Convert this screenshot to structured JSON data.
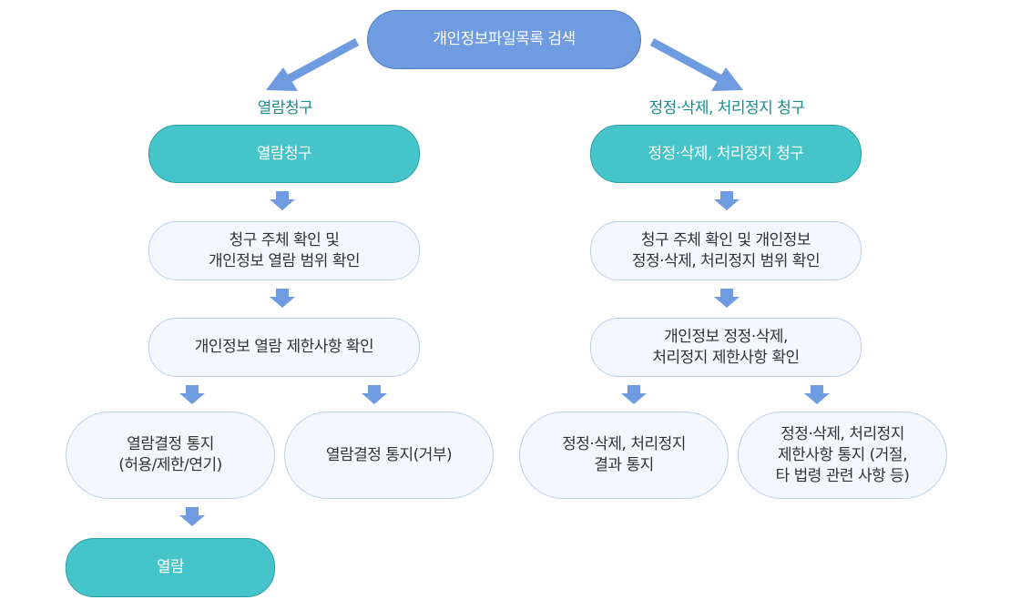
{
  "search": "개인정보파일목록 검색",
  "left": {
    "label": "열람청구",
    "request": "열람청구",
    "confirm": [
      "청구 주체 확인 및",
      "개인정보 열람 범위 확인"
    ],
    "restrict": "개인정보 열람 제한사항 확인",
    "notice_allow": [
      "열람결정 통지",
      "(허용/제한/연기)"
    ],
    "notice_deny": "열람결정 통지(거부)",
    "view": "열람"
  },
  "right": {
    "label": "정정·삭제, 처리정지 청구",
    "request": "정정·삭제, 처리정지 청구",
    "confirm": [
      "청구 주체 확인 및 개인정보",
      "정정·삭제, 처리정지 범위 확인"
    ],
    "restrict": [
      "개인정보 정정·삭제,",
      "처리정지 제한사항 확인"
    ],
    "result": [
      "정정·삭제, 처리정지",
      "결과 통지"
    ],
    "limit": [
      "정정·삭제, 처리정지",
      "제한사항 통지 (거절,",
      "타 법령 관련 사항 등)"
    ]
  },
  "colors": {
    "top_fill": "#6f9be0",
    "teal_fill": "#45c4c9",
    "light_fill": "#f4f7fd",
    "arrow": "#6f9be0",
    "label_text": "#1d8c8e"
  }
}
